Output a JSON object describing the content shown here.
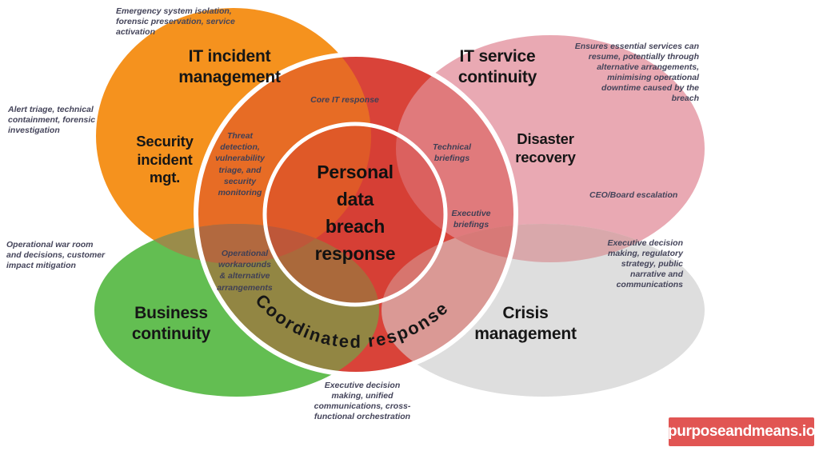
{
  "colors": {
    "orange": "#F5921E",
    "pink": "#E9A9B3",
    "green": "#63BE52",
    "gray": "#DEDEDE",
    "core_red": "#DC4A40",
    "ring_red": "#D33930",
    "overlap_red": "#D96A55",
    "overlap_olive": "#9A8C4A",
    "overlap_rose": "#D9A8AB",
    "logo_bg": "#E15553"
  },
  "center": {
    "label": "Personal\ndata\nbreach\nresponse"
  },
  "rings": {
    "inner": "Core IT response",
    "outer": "Coordinated response"
  },
  "it_incident": {
    "label": "IT incident\nmanagement",
    "sublabel": "Security\nincident\nmgt.",
    "note_top": "Emergency system isolation,\nforensic preservation, service\nactivation",
    "note_left": "Alert triage, technical\ncontainment, forensic\ninvestigation",
    "ring_note": "Threat\ndetection,\nvulnerability\ntriage, and\nsecurity\nmonitoring"
  },
  "it_service": {
    "label": "IT service\ncontinuity",
    "sublabel": "Disaster\nrecovery",
    "note_right": "Ensures essential services can\nresume, potentially through\nalternative arrangements,\nminimising operational\ndowntime caused by the\nbreach",
    "note_mid": "CEO/Board escalation",
    "ring_note": "Technical\nbriefings"
  },
  "business": {
    "label": "Business\ncontinuity",
    "note_left": "Operational war room\nand decisions, customer\nimpact mitigation",
    "ring_note": "Operational\nworkarounds\n& alternative\narrangements"
  },
  "crisis": {
    "label": "Crisis\nmanagement",
    "note_right": "Executive decision\nmaking, regulatory\nstrategy, public\nnarrative and\ncommunications",
    "note_bottom": "Executive decision\nmaking, unified\ncommunications, cross-\nfunctional orchestration",
    "ring_note": "Executive\nbriefings"
  },
  "logo": {
    "text": "purposeandmeans.io"
  }
}
